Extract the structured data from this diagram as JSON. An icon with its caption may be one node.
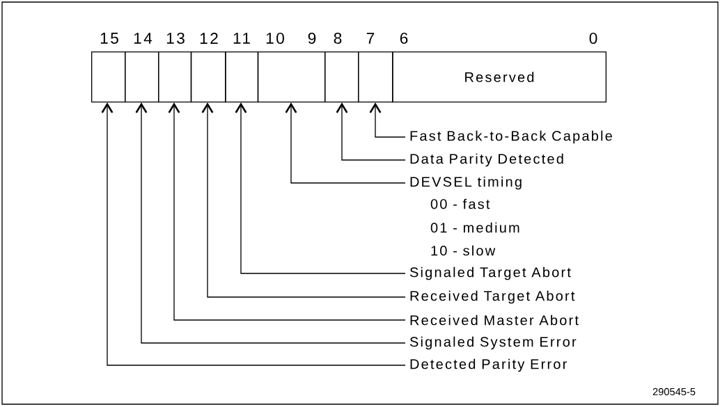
{
  "diagram": {
    "nodes": [
      {
        "text": [],
        "shape": "box"
      },
      {
        "text": [],
        "shape": "box"
      },
      {
        "text": [],
        "shape": "box"
      },
      {
        "text": [],
        "shape": "box"
      },
      {
        "text": [],
        "shape": "box"
      },
      {
        "text": [],
        "shape": "box"
      },
      {
        "text": [],
        "shape": "box"
      },
      {
        "text": [],
        "shape": "box"
      },
      {
        "text": [
          "Reserved"
        ]
      },
      {
        "text": [
          "Fast Back-to-Back Capable"
        ]
      },
      {
        "text": [
          "Data Parity Detected"
        ]
      },
      {
        "text": [
          "DEVSEL timing"
        ]
      },
      {
        "text": [
          "Signaled Target Abort"
        ]
      },
      {
        "text": [
          "Received Target Abort"
        ]
      },
      {
        "text": [
          "Received Master Abort"
        ]
      },
      {
        "text": [
          "Signaled System Error"
        ]
      },
      {
        "text": [
          "Detected Parity Error"
        ]
      }
    ],
    "edges": [
      {
        "from": 9,
        "to": 7,
        "arrow": "to"
      },
      {
        "from": 10,
        "to": 6,
        "arrow": "to"
      },
      {
        "from": 11,
        "to": 5,
        "arrow": "to"
      },
      {
        "from": 12,
        "to": 4,
        "arrow": "to"
      },
      {
        "from": 13,
        "to": 3,
        "arrow": "to"
      },
      {
        "from": 14,
        "to": 2,
        "arrow": "to"
      },
      {
        "from": 15,
        "to": 1,
        "arrow": "to"
      },
      {
        "from": 16,
        "to": 0,
        "arrow": "to"
      }
    ],
    "labels": [
      "15",
      "14",
      "13",
      "12",
      "11",
      "10",
      "9",
      "8",
      "7",
      "6",
      "0",
      "00 - fast",
      "01 - medium",
      "10 - slow",
      "290545-5"
    ]
  }
}
